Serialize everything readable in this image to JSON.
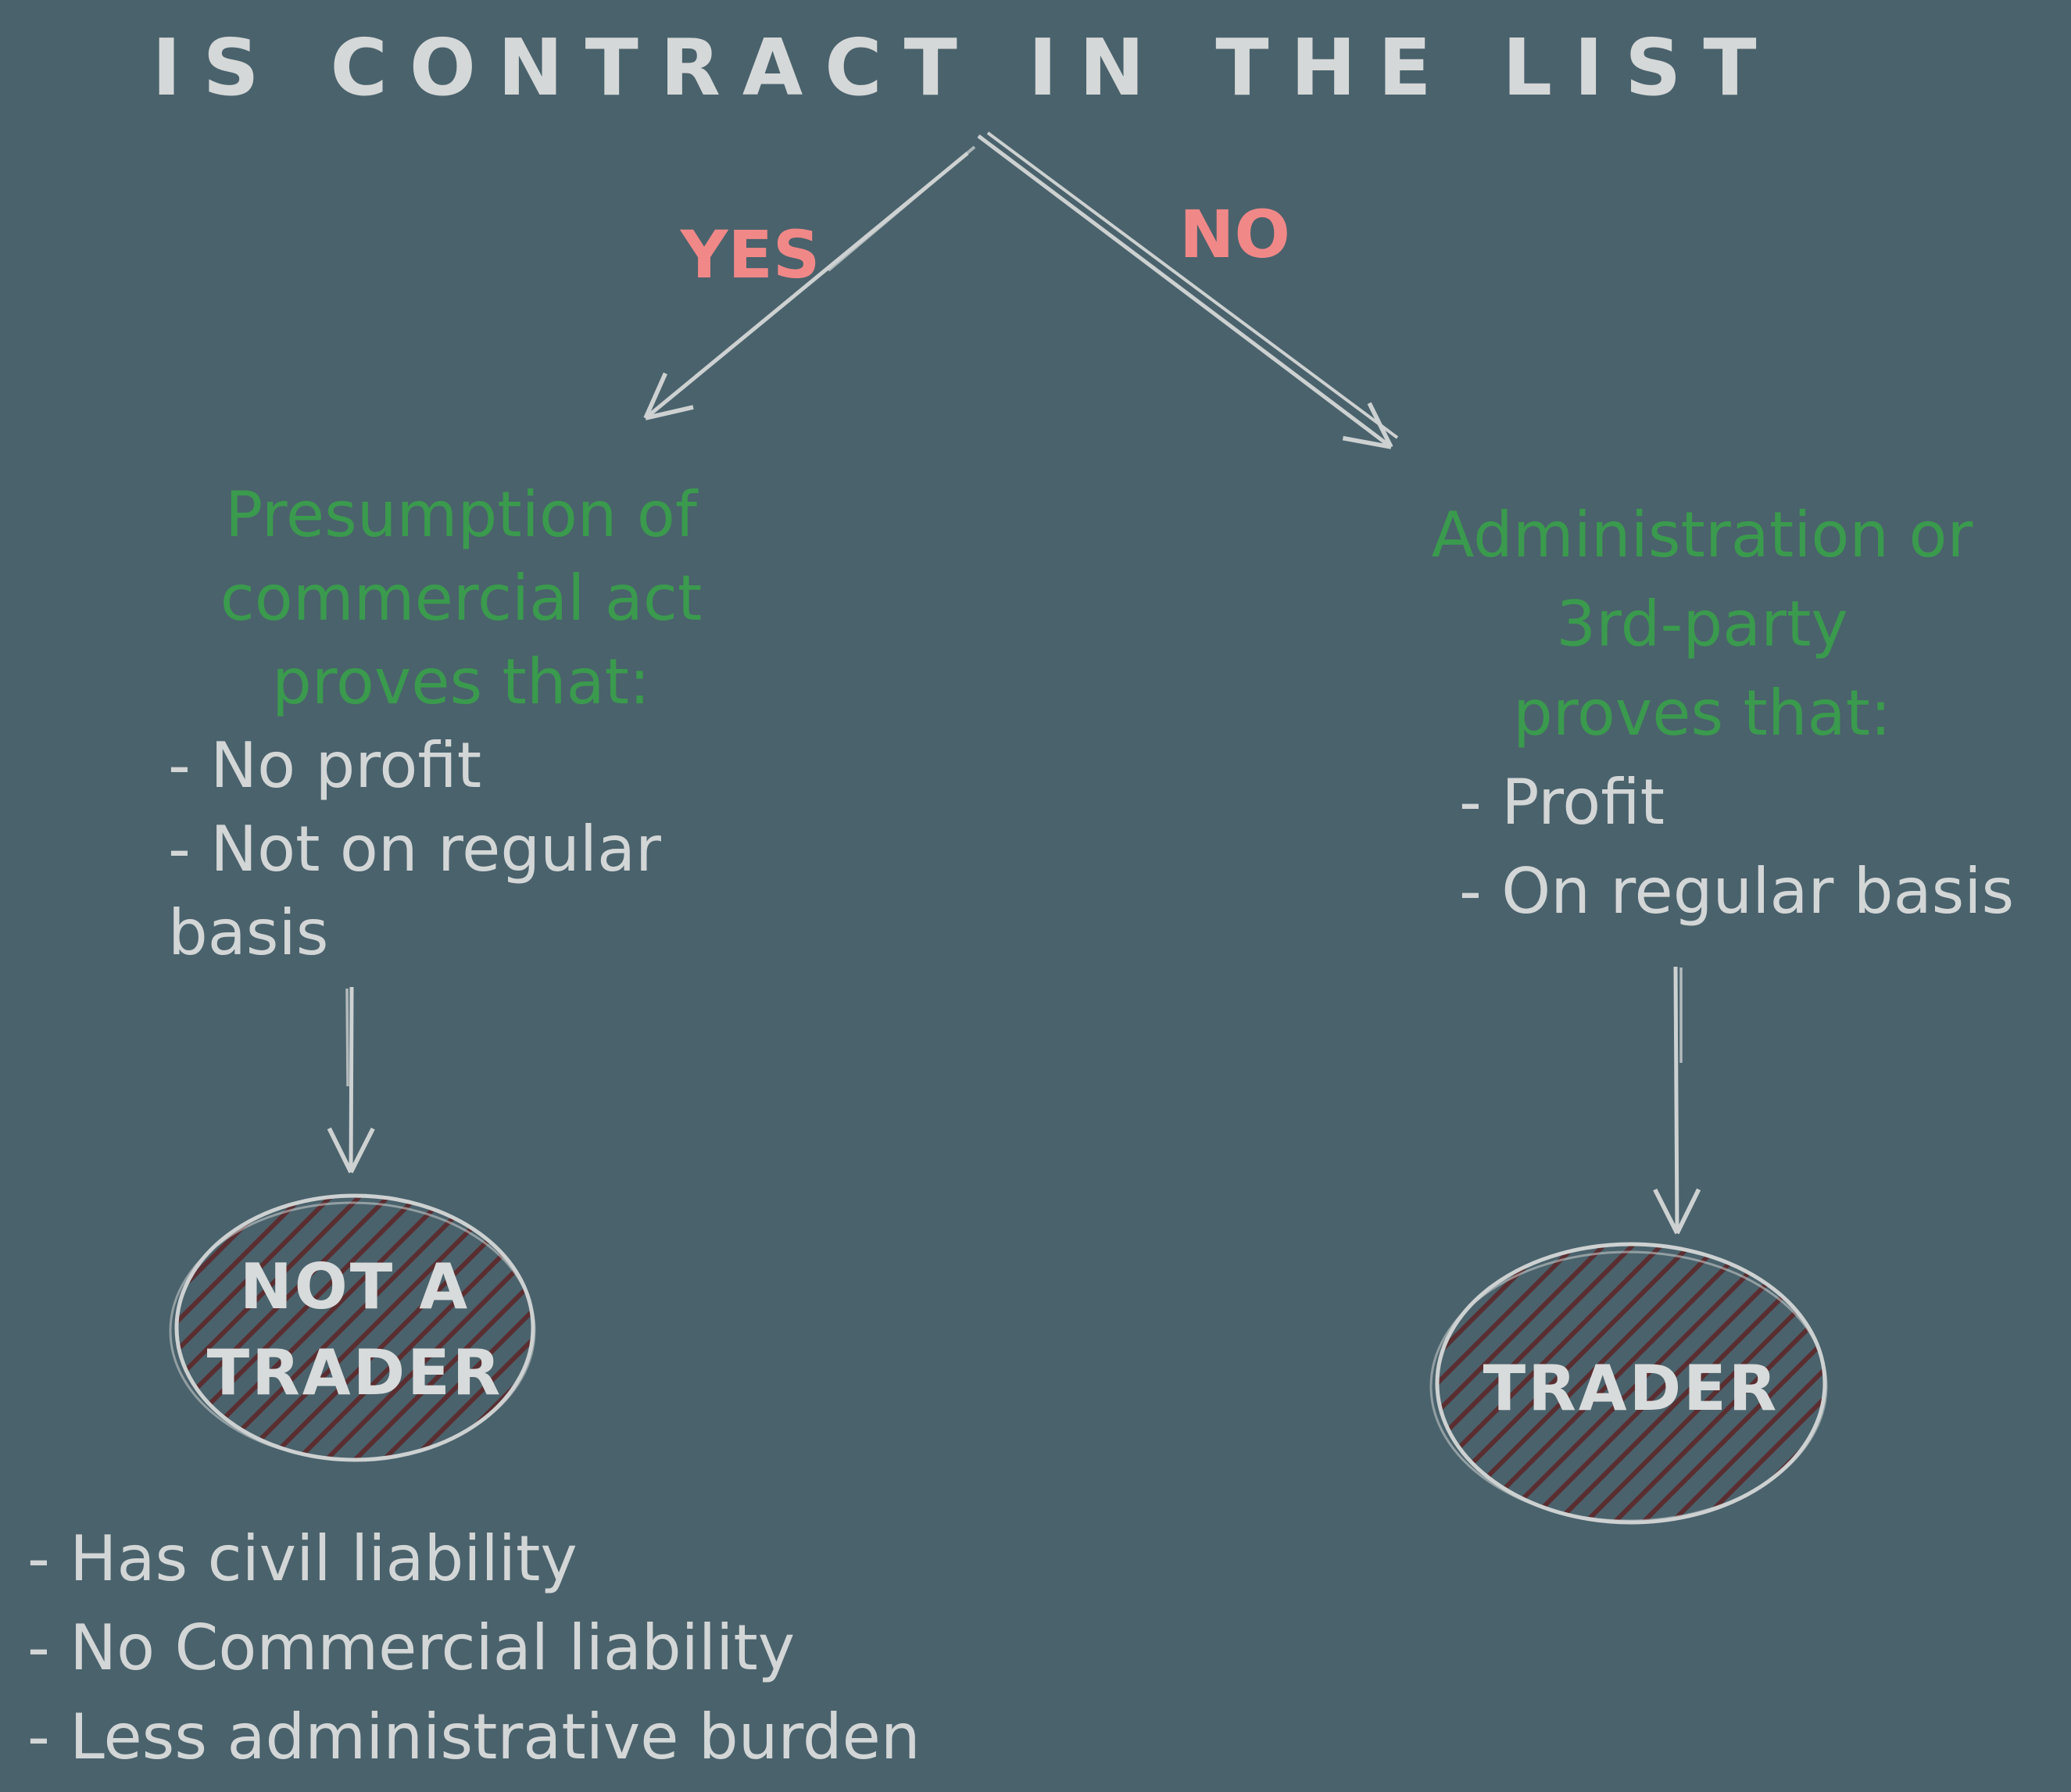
{
  "colors": {
    "background": "#4a626c",
    "text": "#d3d6d6",
    "green": "#3a9a4d",
    "accent_red": "#f18888",
    "hatch_maroon": "#5a2e31",
    "line_grey": "#cdd1d1"
  },
  "title": "IS CONTRACT IN THE LIST",
  "decision": {
    "yes_label": "YES",
    "no_label": "NO"
  },
  "yes_branch": {
    "heading_lines": [
      "Presumption of",
      "commercial act",
      "proves that:"
    ],
    "bullets": [
      "- No profit",
      "- Not on regular basis"
    ],
    "result": "NOT A TRADER"
  },
  "no_branch": {
    "heading_lines": [
      "Administration or",
      "3rd-party",
      "proves that:"
    ],
    "bullets": [
      "- Profit",
      "- On regular basis"
    ],
    "result": "TRADER"
  },
  "footnotes": [
    "- Has civil liability",
    "- No Commercial liability",
    "- Less administrative burden"
  ]
}
